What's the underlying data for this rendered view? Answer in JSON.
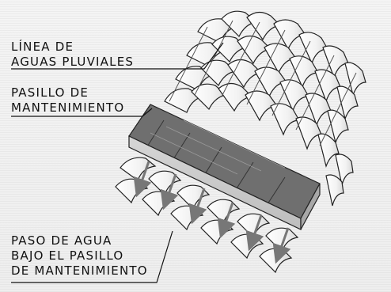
{
  "labels": {
    "rain_line": [
      "LÍNEA DE",
      "AGUAS PLUVIALES"
    ],
    "walkway": [
      "PASILLO DE",
      "MANTENIMIENTO"
    ],
    "water_passage": [
      "PASO DE AGUA",
      "BAJO EL PASILLO",
      "DE MANTENIMIENTO"
    ]
  },
  "colors": {
    "walkway_top": "#6f6f6f",
    "walkway_side": "#c8c8c8",
    "tile": "#ffffff",
    "tile_stroke": "#222222",
    "water_arrow": "#777777"
  }
}
